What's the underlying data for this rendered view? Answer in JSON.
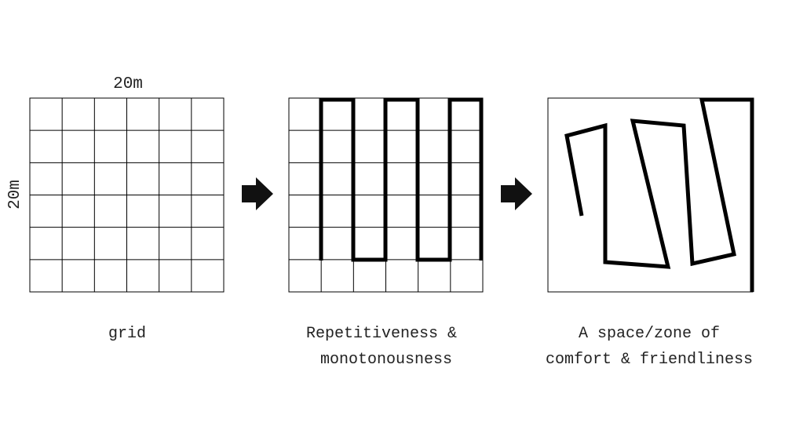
{
  "dimensions": {
    "top": "20m",
    "side": "20m"
  },
  "captions": {
    "grid": "grid",
    "repetitive_line1": "Repetitiveness &",
    "repetitive_line2": "monotonousness",
    "comfort_line1": "A space/zone of",
    "comfort_line2": "comfort & friendliness"
  },
  "icons": {
    "arrow": "arrow-right-icon"
  },
  "grid": {
    "rows": 6,
    "cols": 6
  },
  "colors": {
    "stroke": "#000000",
    "text": "#222222"
  }
}
